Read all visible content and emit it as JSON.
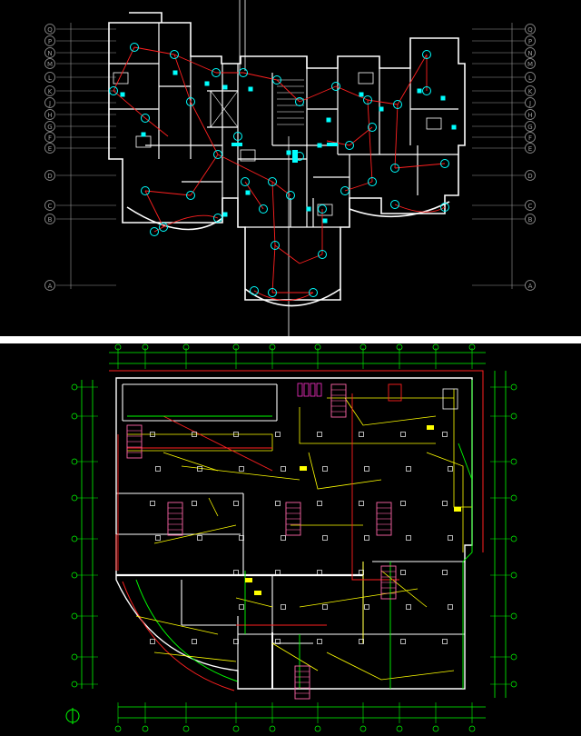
{
  "title": "",
  "colors": {
    "background": "#000000",
    "divider": "#ffffff",
    "wall": "#ffffff",
    "grid_top": "#9a9a9a",
    "fixture_top": "#00ffff",
    "wiring_top": "#ff2020",
    "grid_bottom": "#00ff00",
    "wall_bottom": "#ffffff",
    "wiring_bottom": "#ffff00",
    "accent_bottom": "#ff2020",
    "stair_bottom": "#ff66aa"
  },
  "top_plan": {
    "axis_labels_left": [
      "Q",
      "P",
      "N",
      "M",
      "L",
      "K",
      "J",
      "H",
      "G",
      "F",
      "E",
      "D",
      "C",
      "B",
      "A"
    ],
    "axis_labels_right": [
      "Q",
      "P",
      "N",
      "M",
      "L",
      "K",
      "J",
      "H",
      "G",
      "F",
      "E",
      "D",
      "C",
      "B",
      "A"
    ]
  },
  "bottom_plan": {
    "north_symbol": "north-arrow"
  }
}
